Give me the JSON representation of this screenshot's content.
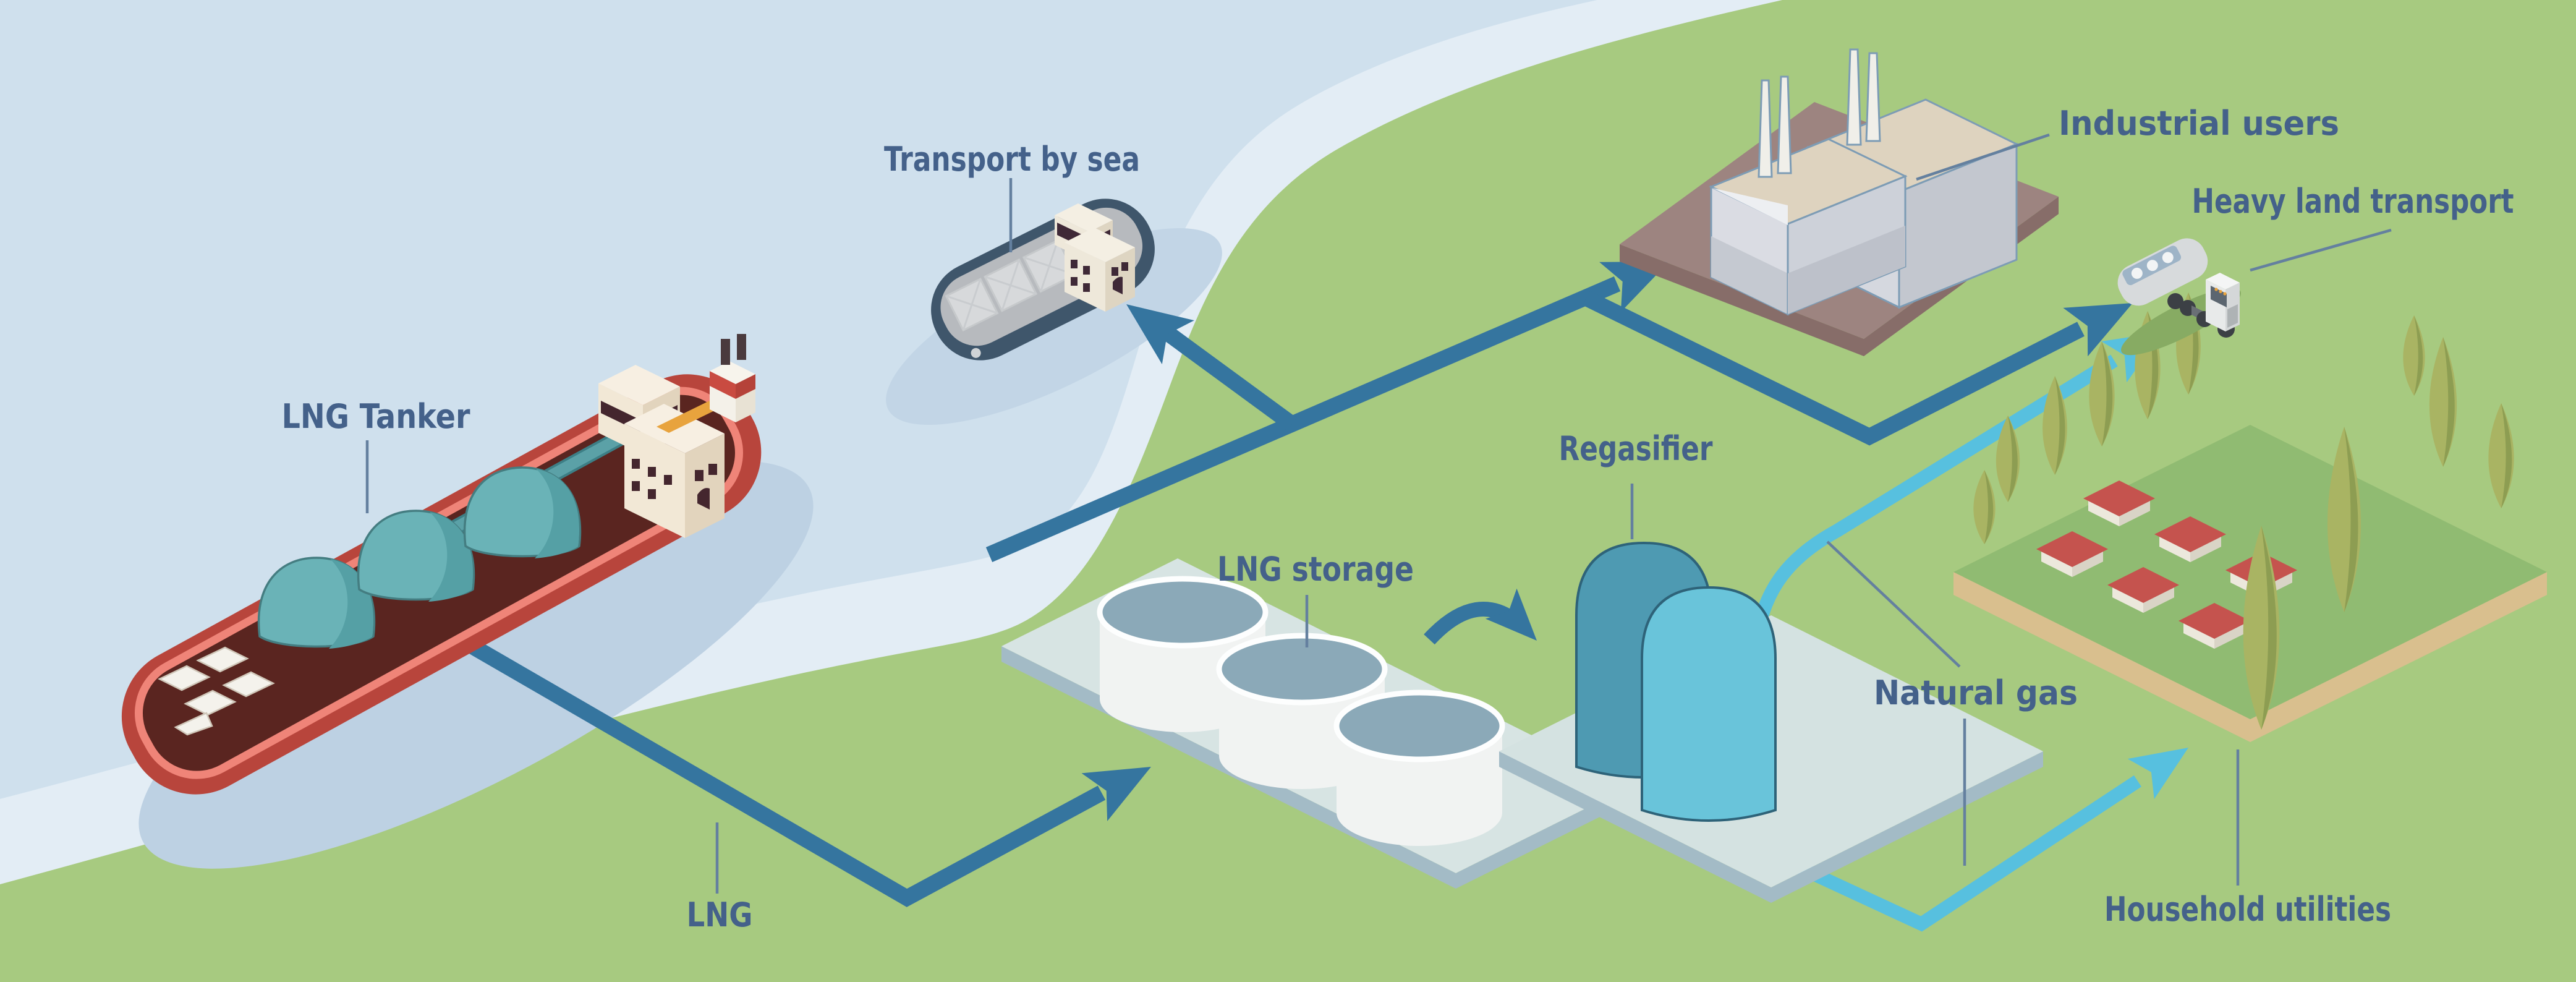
{
  "labels": {
    "transport_by_sea": "Transport by sea",
    "lng_tanker": "LNG Tanker",
    "industrial_users": "Industrial users",
    "heavy_land_transport": "Heavy land transport",
    "regasifier": "Regasifier",
    "lng_storage": "LNG storage",
    "natural_gas": "Natural gas",
    "lng": "LNG",
    "household_utilities": "Household utilities"
  },
  "colors": {
    "water": "#cfe0ed",
    "shoreline_band": "#e3edf5",
    "land": "#a7ca80",
    "label_text": "#44618a",
    "connector_line": "#64809f",
    "lng_flow_arrow": "#35759f",
    "natural_gas_flow_arrow": "#57c0df",
    "tanker_hull": "#b8453c",
    "tanker_deck": "#5a2520",
    "tanker_gas_domes": "#6ab3b7",
    "cargo_ship_hull": "#3f566b",
    "storage_tank_body": "#f1f3f2",
    "storage_tank_top": "#8ba9b8",
    "regasifier_tank_dark": "#4e9ab2",
    "regasifier_tank_light": "#69c4da",
    "factory_platform": "#9d8480",
    "factory_building": "#d5d8df",
    "house_roof": "#c5534e",
    "house_wall": "#ece8dc",
    "tree_green": "#a9b463",
    "residential_platform": "#90bb72",
    "platform_slab": "#d7e4e3",
    "truck_body": "#d7dadc"
  },
  "arrows": [
    {
      "name": "lng-from-tanker-to-storage",
      "color": "#35759f"
    },
    {
      "name": "storage-to-transport-by-sea",
      "color": "#35759f"
    },
    {
      "name": "storage-to-industrial-users",
      "color": "#35759f"
    },
    {
      "name": "storage-to-heavy-land-transport",
      "color": "#35759f"
    },
    {
      "name": "storage-to-regasifier",
      "color": "#35759f"
    },
    {
      "name": "regasifier-to-heavy-land-transport",
      "color": "#57c0df"
    },
    {
      "name": "regasifier-to-household-utilities",
      "color": "#57c0df"
    }
  ]
}
